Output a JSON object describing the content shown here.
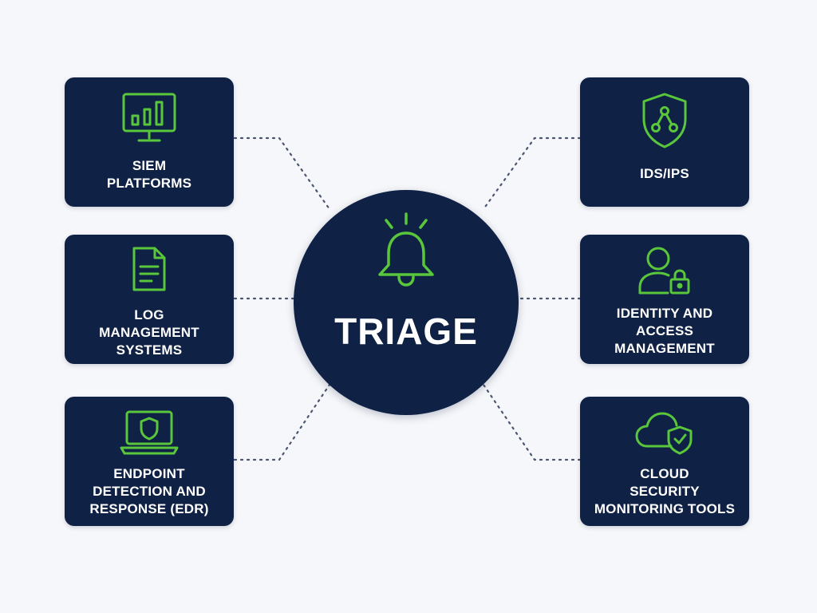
{
  "colors": {
    "background": "#f6f7fa",
    "card": "#0f2144",
    "accent": "#59c63b",
    "connector": "#4a5670",
    "text": "#ffffff"
  },
  "hub": {
    "title": "TRIAGE",
    "icon": "bell-icon"
  },
  "cards": [
    {
      "id": "siem",
      "icon": "monitor-chart-icon",
      "lines": [
        "SIEM",
        "PLATFORMS"
      ]
    },
    {
      "id": "log",
      "icon": "document-icon",
      "lines": [
        "LOG",
        "MANAGEMENT",
        "SYSTEMS"
      ]
    },
    {
      "id": "edr",
      "icon": "laptop-shield-icon",
      "lines": [
        "ENDPOINT",
        "DETECTION AND",
        "RESPONSE (EDR)"
      ]
    },
    {
      "id": "ids",
      "icon": "shield-network-icon",
      "lines": [
        "IDS/IPS"
      ]
    },
    {
      "id": "iam",
      "icon": "user-lock-icon",
      "lines": [
        "IDENTITY AND",
        "ACCESS",
        "MANAGEMENT"
      ]
    },
    {
      "id": "cloud",
      "icon": "cloud-shield-icon",
      "lines": [
        "CLOUD",
        "SECURITY",
        "MONITORING TOOLS"
      ]
    }
  ]
}
